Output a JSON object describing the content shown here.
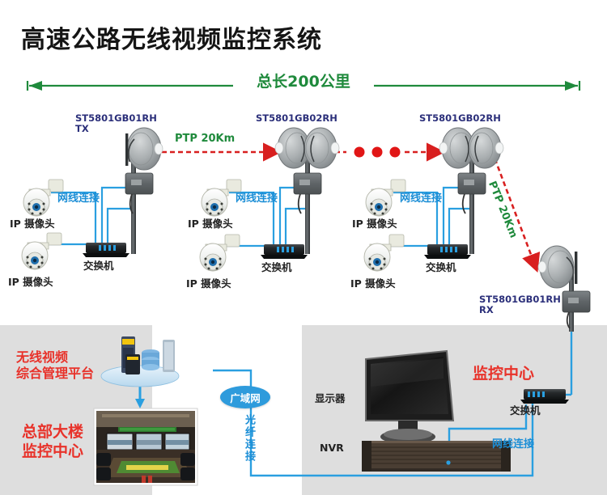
{
  "title": "高速公路无线视频监控系统",
  "span": {
    "label": "总长200公里",
    "color": "#1f8a3c"
  },
  "links": {
    "ptp_1": "PTP 20Km",
    "ptp_2": "PTP 20Km",
    "ellipsis_dots": 3,
    "link_color": "#d81f1f"
  },
  "radios": [
    {
      "model": "ST5801GB01RH",
      "role": "TX",
      "type": "single-dish"
    },
    {
      "model": "ST5801GB02RH",
      "role": "",
      "type": "dual-dish"
    },
    {
      "model": "ST5801GB02RH",
      "role": "",
      "type": "dual-dish"
    },
    {
      "model": "ST5801GB01RH",
      "role": "RX",
      "type": "single-dish"
    }
  ],
  "sites": [
    {
      "cable_label": "网线连接",
      "switch_label": "交换机",
      "cameras": [
        "IP 摄像头",
        "IP 摄像头"
      ]
    },
    {
      "cable_label": "网线连接",
      "switch_label": "交换机",
      "cameras": [
        "IP 摄像头",
        "IP 摄像头"
      ]
    },
    {
      "cable_label": "网线连接",
      "switch_label": "交换机",
      "cameras": [
        "IP 摄像头",
        "IP 摄像头"
      ]
    }
  ],
  "headquarters": {
    "platform_label_line1": "无线视频",
    "platform_label_line2": "综合管理平台",
    "building_label_line1": "总部大楼",
    "building_label_line2": "监控中心",
    "text_color": "#e8322a"
  },
  "wan": {
    "label": "广域网",
    "fiber_label": "光纤连接",
    "color": "#2e9bdc"
  },
  "control_center": {
    "title": "监控中心",
    "monitor_label": "显示器",
    "nvr_label": "NVR",
    "switch_label": "交换机",
    "cable_label": "网线连接",
    "title_color": "#e8322a"
  }
}
